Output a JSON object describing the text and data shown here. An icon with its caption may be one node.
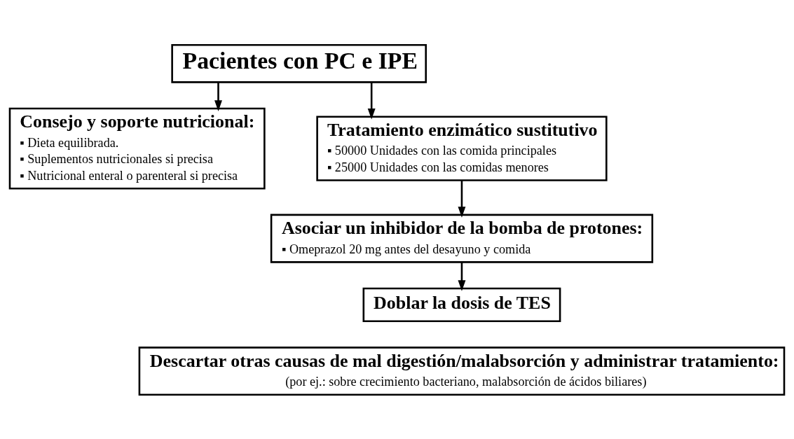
{
  "diagram": {
    "nodes": [
      {
        "text": [
          "Pacientes con PC e IPE"
        ]
      },
      {
        "text": [
          "Consejo y soporte nutricional:",
          "▪ Dieta equilibrada.",
          "▪ Suplementos nutricionales si precisa",
          "▪ Nutricional enteral o parenteral si precisa"
        ]
      },
      {
        "text": [
          "Tratamiento enzimático sustitutivo",
          "▪ 50000 Unidades con las comida principales",
          "▪ 25000 Unidades con las comidas menores"
        ]
      },
      {
        "text": [
          "Asociar un inhibidor de la bomba de protones:",
          "▪ Omeprazol 20 mg antes del desayuno y comida"
        ]
      },
      {
        "text": [
          "Doblar la dosis de TES"
        ]
      },
      {
        "text": [
          "Descartar otras causas de mal digestión/malabsorción y administrar tratamiento:",
          "(por ej.: sobre crecimiento bacteriano, malabsorción de ácidos biliares)"
        ]
      }
    ],
    "edges": [
      {
        "from": 0,
        "to": 1,
        "arrow": "to"
      },
      {
        "from": 0,
        "to": 2,
        "arrow": "to"
      },
      {
        "from": 2,
        "to": 3,
        "arrow": "to"
      },
      {
        "from": 3,
        "to": 4,
        "arrow": "to"
      }
    ]
  }
}
